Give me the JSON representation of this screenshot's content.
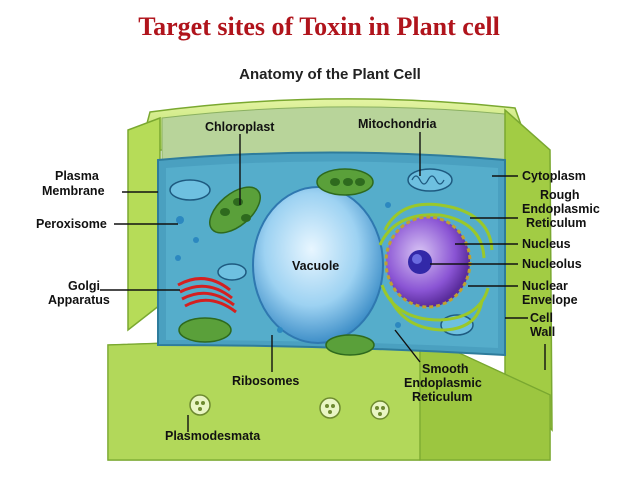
{
  "title": "Target sites of Toxin in Plant cell",
  "diagram_title": "Anatomy of the Plant Cell",
  "labels": {
    "chloroplast": "Chloroplast",
    "mitochondria": "Mitochondria",
    "cytoplasm": "Cytoplasm",
    "plasma_membrane_1": "Plasma",
    "plasma_membrane_2": "Membrane",
    "rough_er_1": "Rough",
    "rough_er_2": "Endoplasmic",
    "rough_er_3": "Reticulum",
    "peroxisome": "Peroxisome",
    "nucleus": "Nucleus",
    "vacuole": "Vacuole",
    "nucleolus": "Nucleolus",
    "golgi_1": "Golgi",
    "golgi_2": "Apparatus",
    "nuclear_envelope_1": "Nuclear",
    "nuclear_envelope_2": "Envelope",
    "cell_wall_1": "Cell",
    "cell_wall_2": "Wall",
    "ribosomes": "Ribosomes",
    "smooth_er_1": "Smooth",
    "smooth_er_2": "Endoplasmic",
    "smooth_er_3": "Reticulum",
    "plasmodesmata": "Plasmodesmata"
  },
  "colors": {
    "title": "#b0141c",
    "wall": "#a8d24a",
    "cytoplasm": "#4fa8c8",
    "vacuole": "#8fc8ec",
    "chloroplast": "#5aa03a",
    "golgi": "#d42020",
    "nucleus": "#7a3cc8"
  }
}
